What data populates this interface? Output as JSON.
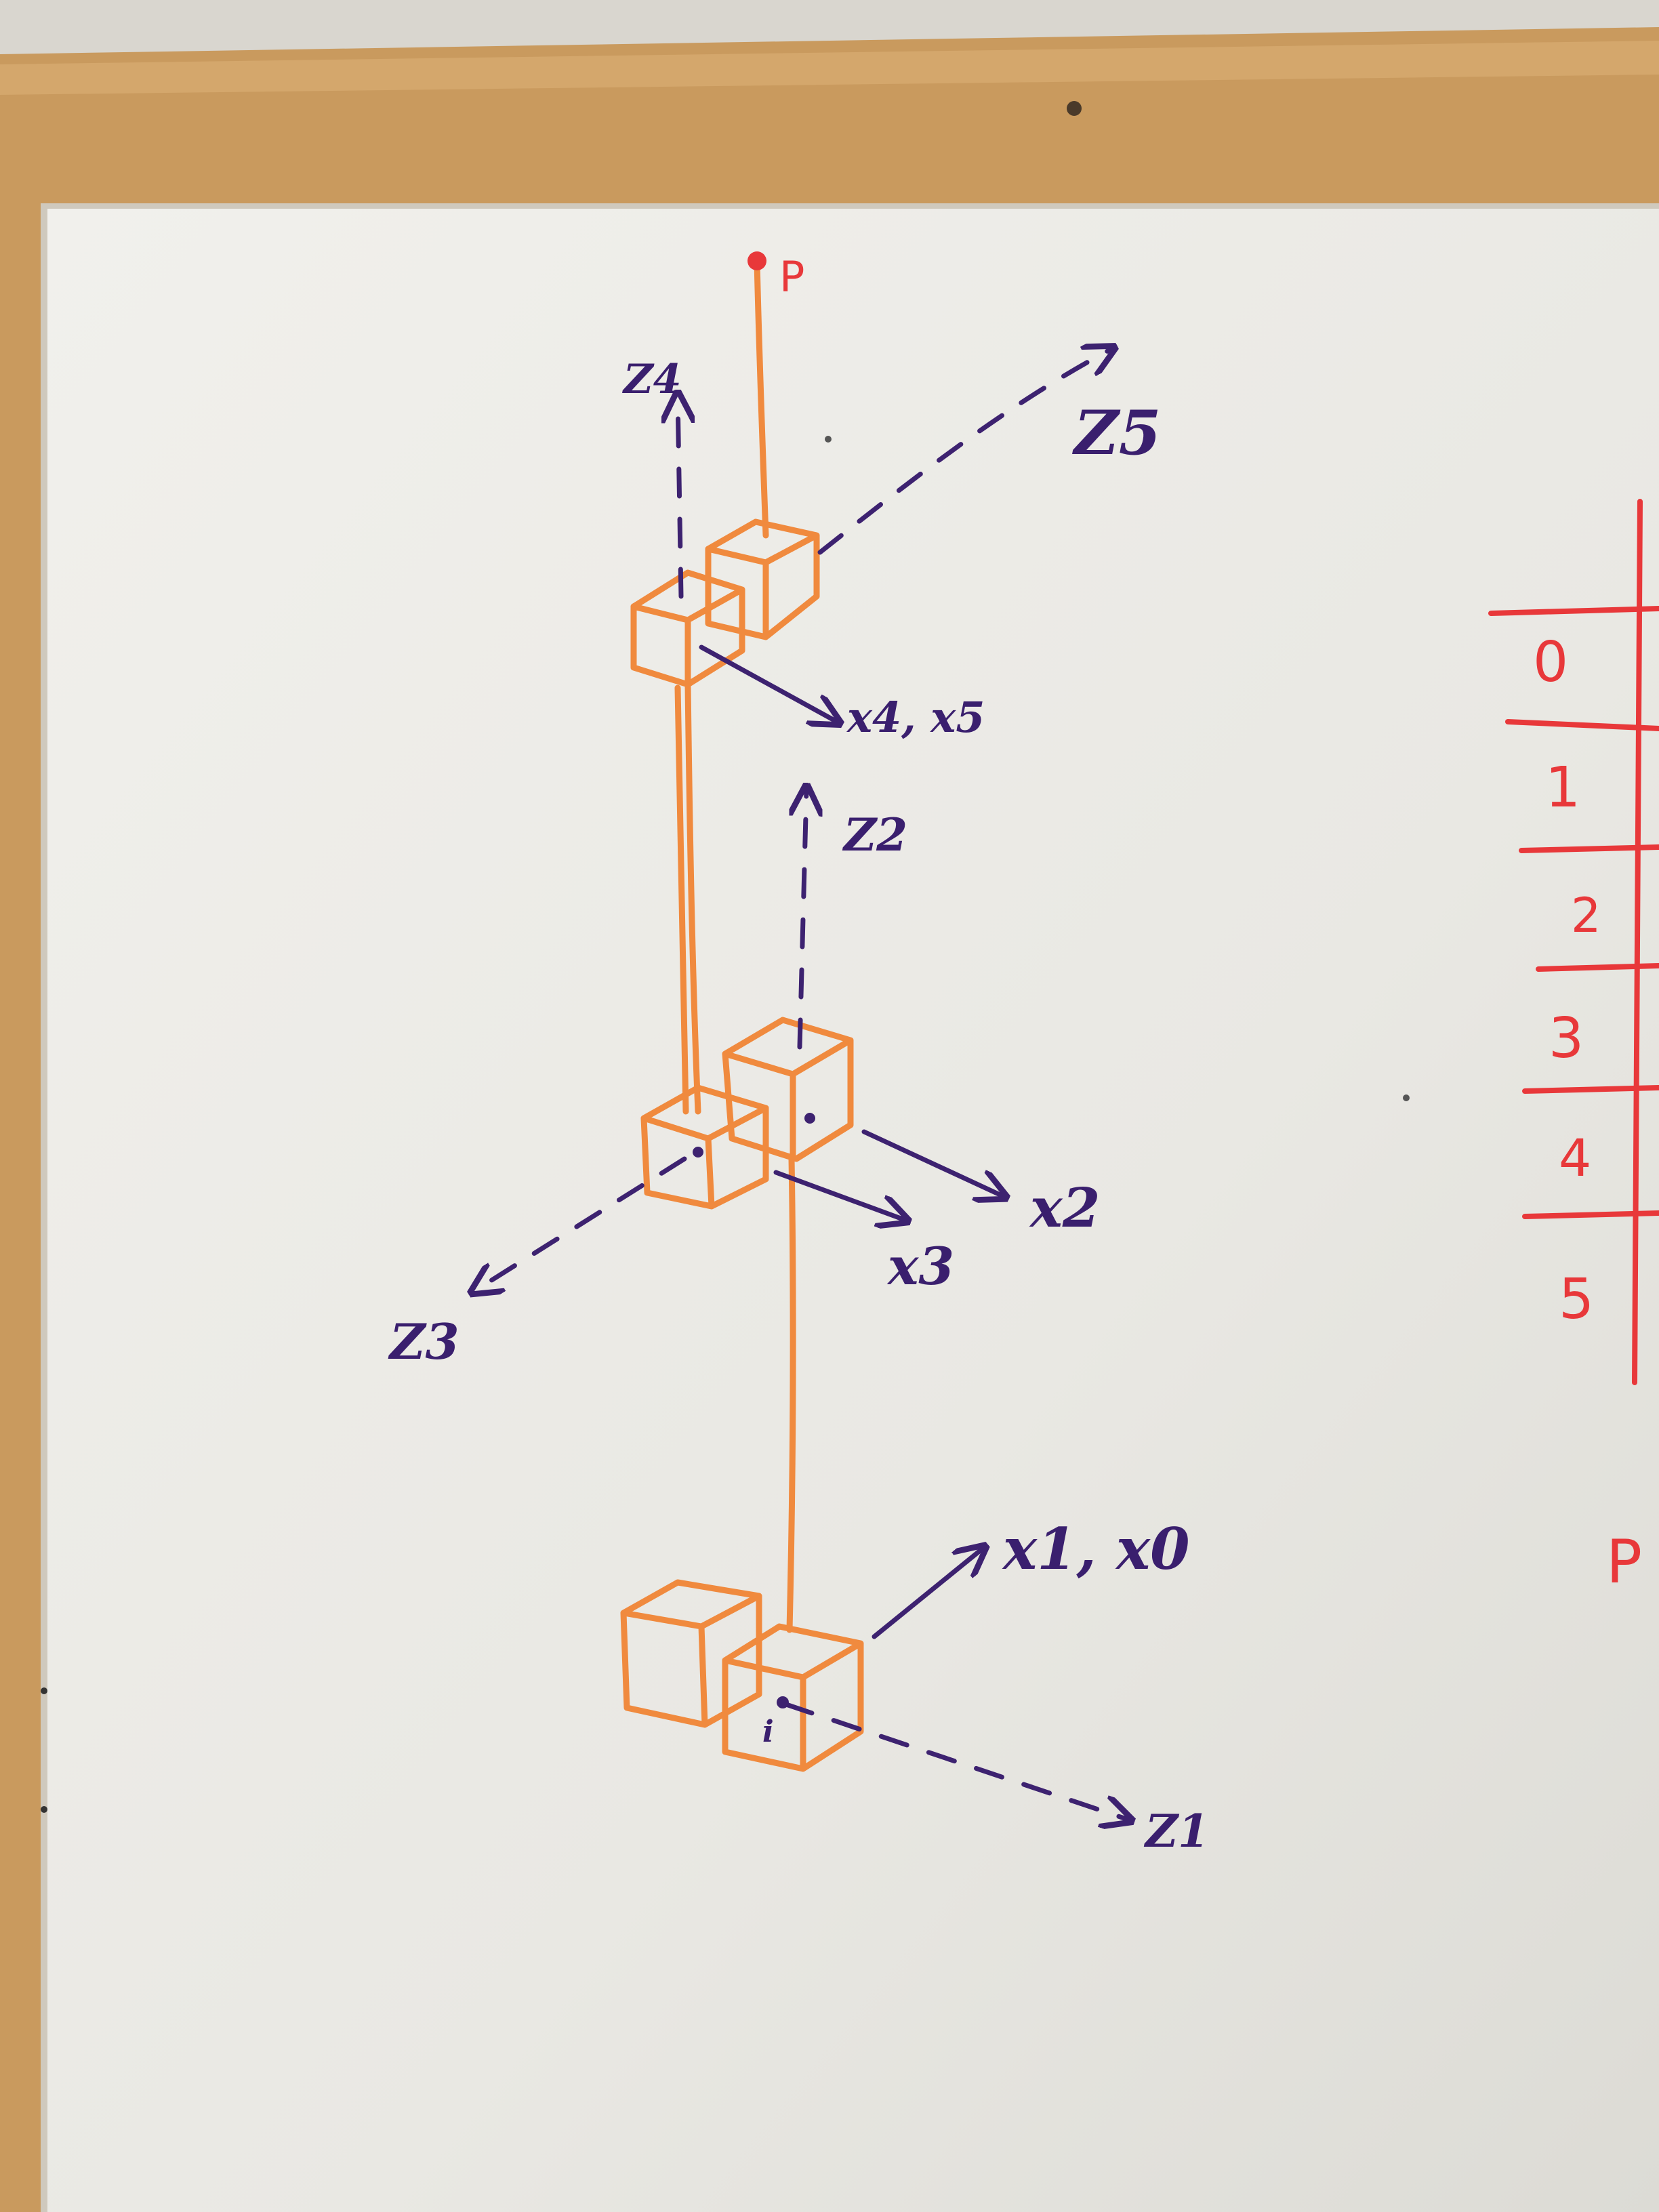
{
  "labels": {
    "p_point": "P",
    "z4": "Z4",
    "z5": "Z5",
    "x4_x5": "x4, x5",
    "z2": "Z2",
    "x2": "x2",
    "x3": "x3",
    "z3": "Z3",
    "x1_x0": "x1, x0",
    "z1": "Z1",
    "base_mark": "i"
  },
  "table": {
    "rows": [
      "0",
      "1",
      "2",
      "3",
      "4",
      "5"
    ],
    "below_label": "P"
  },
  "colors": {
    "frame_wood": "#c99a5e",
    "board": "#ecebe6",
    "orange_marker": "#f08a3e",
    "purple_marker": "#3d2270",
    "red_marker": "#e8383a"
  }
}
